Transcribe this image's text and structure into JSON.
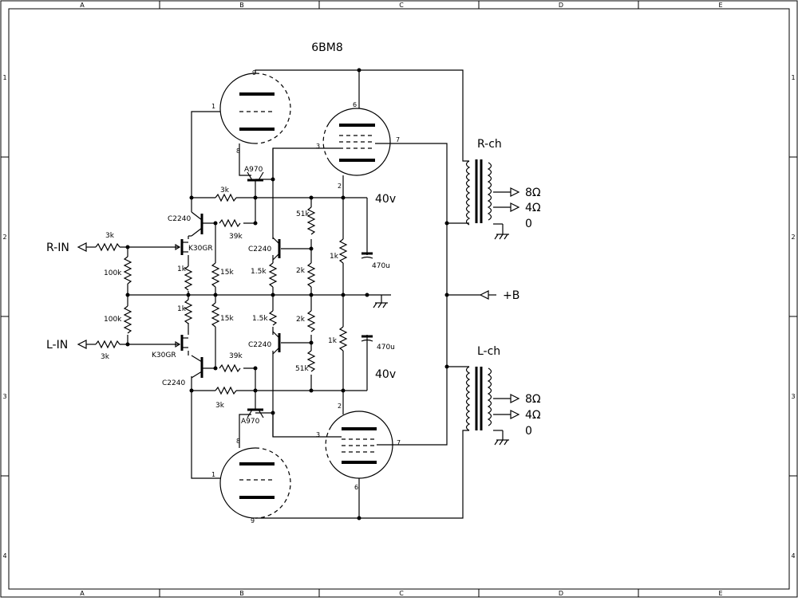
{
  "tube_type": "6BM8",
  "channels": {
    "right": "R-ch",
    "left": "L-ch"
  },
  "inputs": {
    "right": "R-IN",
    "left": "L-IN"
  },
  "supply": "+B",
  "outputs": [
    "8Ω",
    "4Ω",
    "0"
  ],
  "voltage": "40v",
  "grid": {
    "cols": [
      "A",
      "B",
      "C",
      "D",
      "E"
    ],
    "rows": [
      "1",
      "2",
      "3",
      "4"
    ]
  },
  "pins": {
    "p9": "9",
    "p1": "1",
    "p8": "8",
    "p6": "6",
    "p3": "3",
    "p7": "7",
    "p2": "2"
  },
  "parts": {
    "fet": "K30GR",
    "npn": "C2240",
    "pnp": "A970",
    "r3k": "3k",
    "r39k": "39k",
    "r100k": "100k",
    "r1k": "1k",
    "r15k": "15k",
    "r1_5k": "1.5k",
    "r51k": "51k",
    "r2k": "2k",
    "c470": "470u"
  }
}
